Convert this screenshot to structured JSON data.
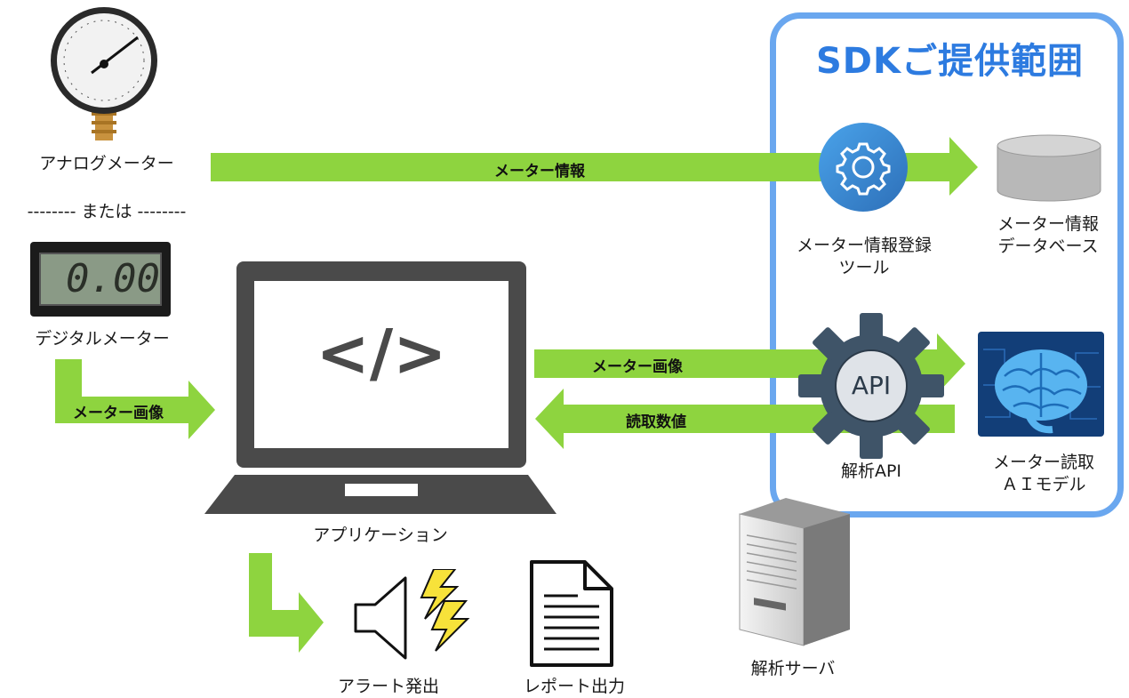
{
  "sdk_scope_title": "SDKご提供範囲",
  "inputs": {
    "analog_meter_label": "アナログメーター",
    "or_separator": "-------- または --------",
    "digital_meter_label": "デジタルメーター",
    "digital_display_value": "0.00"
  },
  "application": {
    "code_symbol": "</>",
    "label": "アプリケーション"
  },
  "sdk_components": {
    "registration_tool_label_line1": "メーター情報登録",
    "registration_tool_label_line2": "ツール",
    "database_label_line1": "メーター情報",
    "database_label_line2": "データベース",
    "analysis_api_badge": "API",
    "analysis_api_label": "解析API",
    "ai_model_label_line1": "メーター読取",
    "ai_model_label_line2": "ＡＩモデル"
  },
  "server_label": "解析サーバ",
  "outputs": {
    "alert_label": "アラート発出",
    "report_label": "レポート出力"
  },
  "arrows": {
    "meter_info": "メーター情報",
    "meter_image_left": "メーター画像",
    "meter_image_app": "メーター画像",
    "reading_value": "読取数値"
  },
  "colors": {
    "arrow_green": "#8ed43f",
    "sdk_border": "#6aa7ef",
    "sdk_title": "#2d7be0",
    "laptop_gray": "#4a4a4a",
    "gear_blue": "#3d8fd6",
    "api_gear": "#3f5468"
  },
  "icons": [
    "pressure-gauge-icon",
    "digital-display-icon",
    "laptop-code-icon",
    "gear-settings-icon",
    "database-cylinder-icon",
    "api-gear-icon",
    "ai-brain-icon",
    "server-tower-icon",
    "speaker-alert-icon",
    "document-report-icon"
  ]
}
